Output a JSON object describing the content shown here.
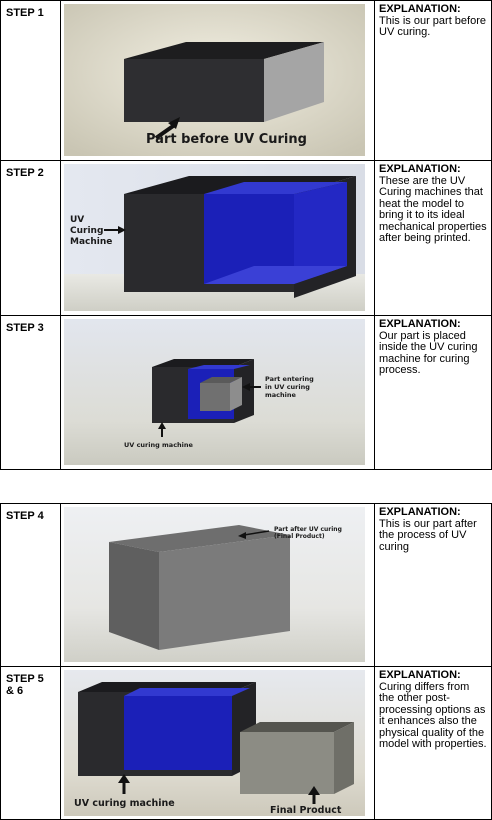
{
  "group1": [
    {
      "step": "STEP 1",
      "title": "EXPLANATION:",
      "text": "This is our part before UV curing.",
      "caption": "Part before UV Curing"
    },
    {
      "step": "STEP 2",
      "title": "EXPLANATION:",
      "text": "These are the UV Curing machines that heat the model to bring it to its ideal mechanical properties after being printed.",
      "label_l1": "UV",
      "label_l2": "Curing",
      "label_l3": "Machine"
    },
    {
      "step": "STEP 3",
      "title": "EXPLANATION:",
      "text": "Our part is placed inside the UV curing machine for curing process.",
      "label_a1": "Part entering",
      "label_a2": "in UV curing",
      "label_a3": "machine",
      "label_b": "UV curing machine"
    }
  ],
  "group2": [
    {
      "step": "STEP 4",
      "title": "EXPLANATION:",
      "text": "This is our part after the process of UV curing",
      "label_a1": "Part after UV curing",
      "label_a2": "(Final Product)"
    },
    {
      "step_l1": "STEP 5",
      "step_l2": "& 6",
      "title": "EXPLANATION:",
      "text": "Curing differs from the other post-processing options as it enhances also the physical quality of the model with properties.",
      "label_a": "UV curing machine",
      "label_b": "Final Product"
    }
  ],
  "colors": {
    "machine_blue": "#1a1fb0",
    "dark_box": "#2b2b2e",
    "grey_box": "#8a8a8a"
  }
}
